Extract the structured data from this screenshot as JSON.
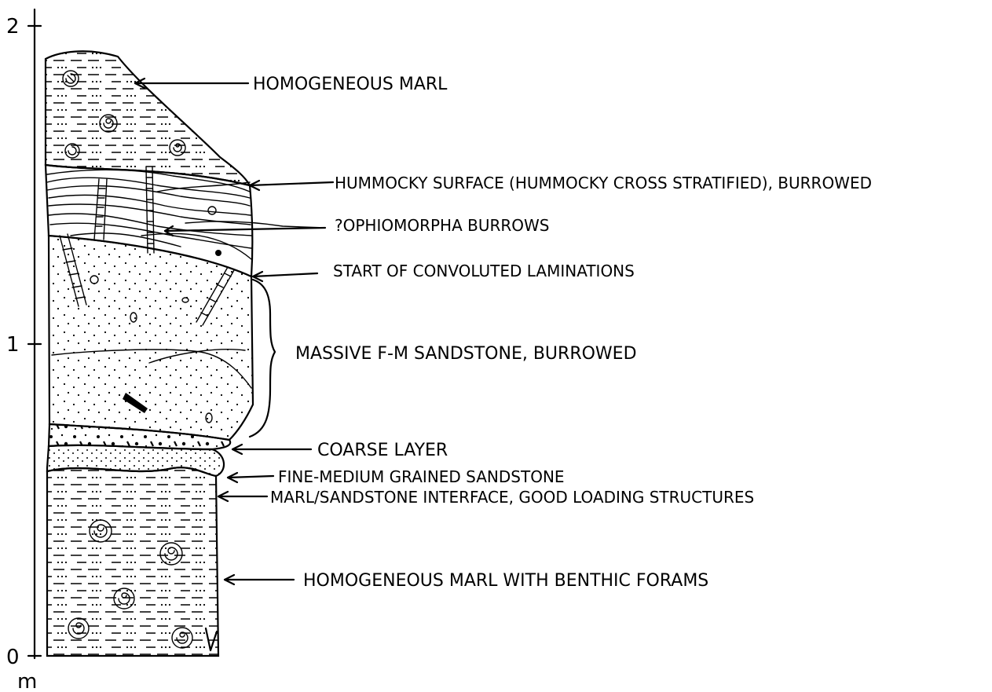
{
  "scale": {
    "unit": "m",
    "ticks": [
      "0",
      "1",
      "2"
    ]
  },
  "labels": {
    "homogeneous_marl": "HOMOGENEOUS MARL",
    "hummocky_surface": "HUMMOCKY SURFACE (HUMMOCKY CROSS STRATIFIED), BURROWED",
    "ophiomorpha": "?OPHIOMORPHA BURROWS",
    "convoluted": "START OF CONVOLUTED LAMINATIONS",
    "massive_sandstone": "MASSIVE F-M SANDSTONE, BURROWED",
    "coarse_layer": "COARSE LAYER",
    "fine_medium": "FINE-MEDIUM GRAINED SANDSTONE",
    "interface": "MARL/SANDSTONE INTERFACE, GOOD LOADING STRUCTURES",
    "marl_forams": "HOMOGENEOUS MARL WITH BENTHIC FORAMS"
  }
}
